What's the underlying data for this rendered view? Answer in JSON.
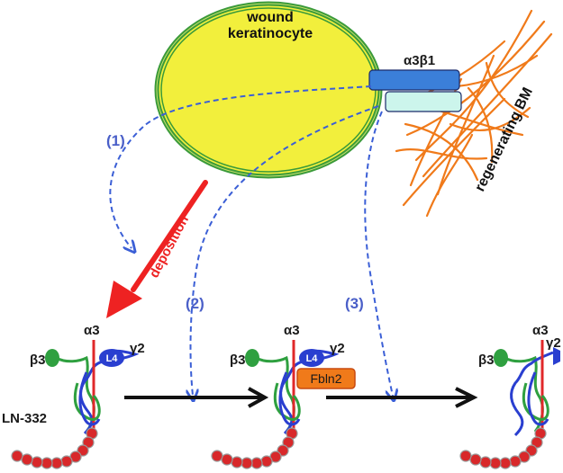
{
  "cell": {
    "label_line1": "wound",
    "label_line2": "keratinocyte",
    "fill_color": "#f2ef3c",
    "outline_color": "#3a9a3a"
  },
  "integrin": {
    "label": "α3β1",
    "alpha_color": "#3b7fd9",
    "beta_color": "#ccf5ec"
  },
  "basement_membrane": {
    "label": "regenerating BM",
    "fiber_color": "#f07a1a"
  },
  "pathways": {
    "step1": "(1)",
    "step2": "(2)",
    "step3": "(3)",
    "dash_color": "#3b5fd6"
  },
  "deposition": {
    "label": "deposition",
    "color": "#ee2222"
  },
  "laminin": {
    "name": "LN-332",
    "beta_chain": "β3",
    "alpha_chain": "α3",
    "gamma_chain": "γ2",
    "domain": "L4",
    "partner": "Fbln2",
    "alpha_color": "#e0282a",
    "beta_color": "#2fa040",
    "gamma_color": "#2a3fd0",
    "bead_color": "#d8282a",
    "partner_color": "#f07a1a"
  },
  "flow_arrow_color": "#111111"
}
